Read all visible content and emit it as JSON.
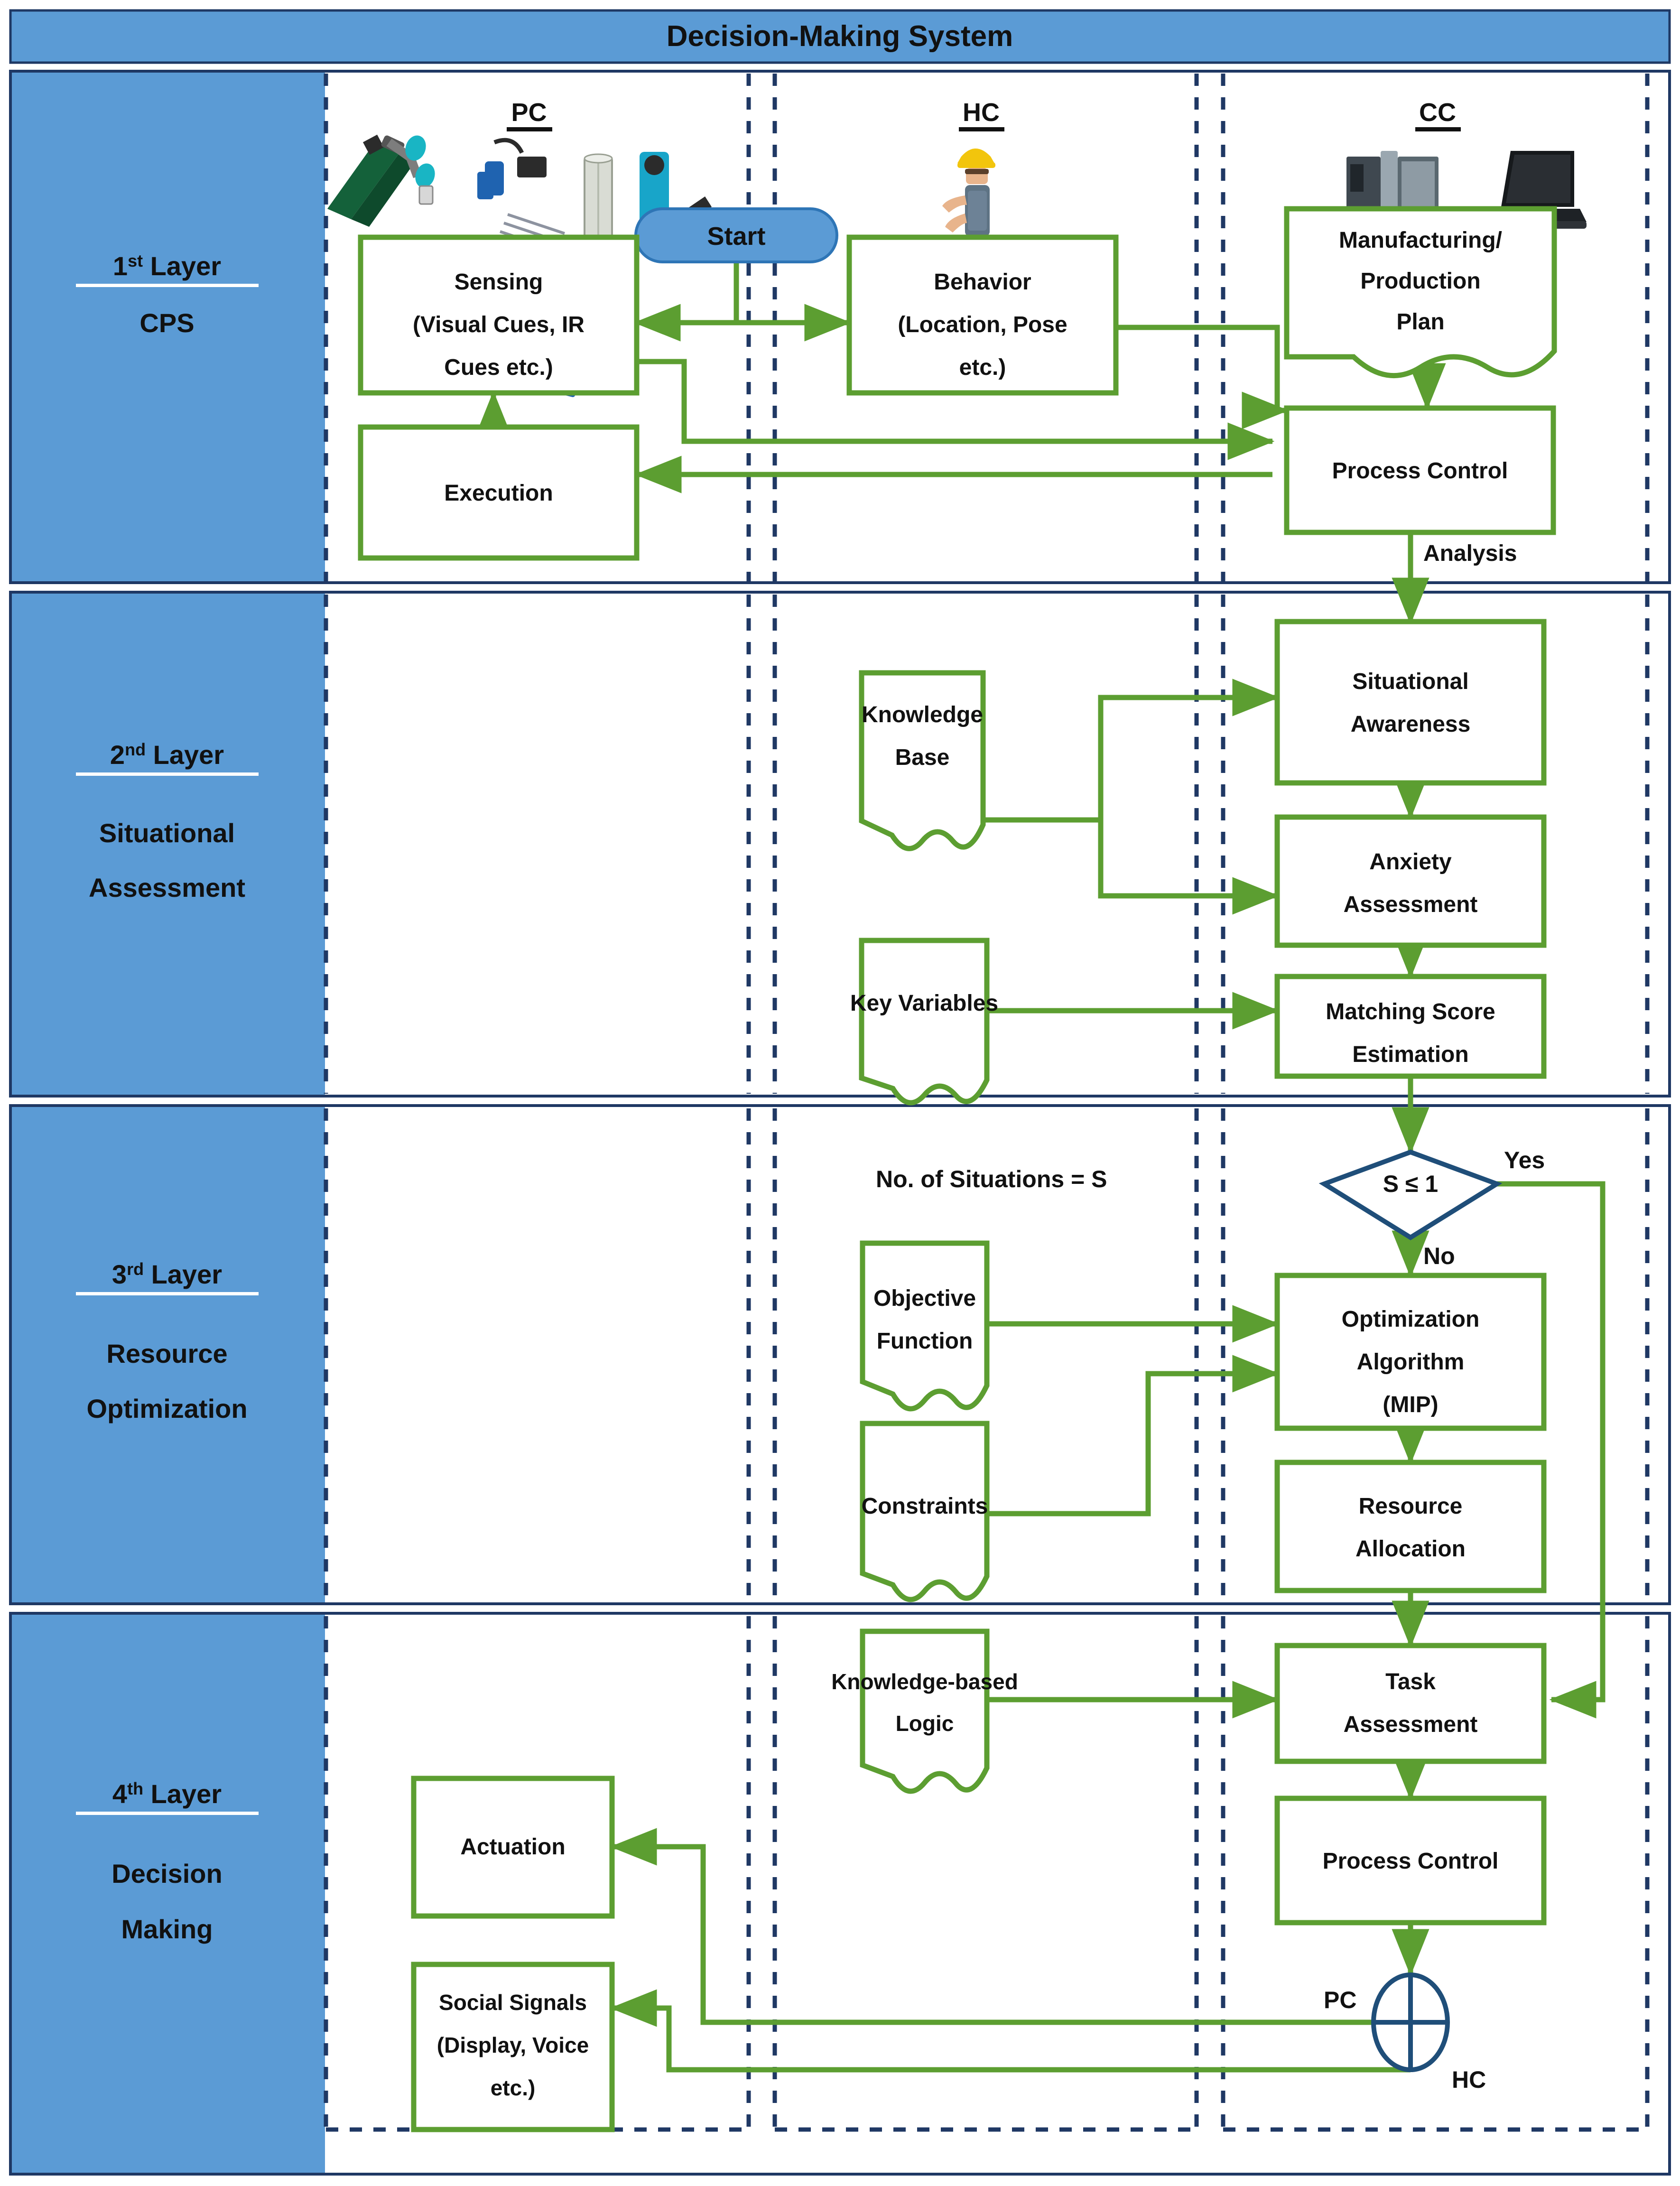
{
  "header": {
    "title": "Decision-Making System",
    "bg": "#5B9BD5",
    "border": "#1F3864"
  },
  "colors": {
    "layer_band": "#5B9BD5",
    "layer_border": "#1F3864",
    "process_box_border": "#5C9E31",
    "flow_arrow": "#5C9E31",
    "decision_border": "#1F4E79",
    "dashed_swimlane": "#1F3864",
    "start_fill": "#5B9BD5",
    "text": "#111111",
    "label_text": "#FFFFFF"
  },
  "columns": [
    {
      "key": "pc",
      "label": "PC",
      "icons": [
        "conveyor-robot-arm-icon",
        "cnc-machine-icon",
        "cylinder-part-icon",
        "blue-gripper-tool-icon"
      ]
    },
    {
      "key": "hc",
      "label": "HC",
      "icons": [
        "hardhat-worker-icon"
      ]
    },
    {
      "key": "cc",
      "label": "CC",
      "icons": [
        "desktop-server-icon",
        "laptop-icon"
      ]
    }
  ],
  "layers": [
    {
      "id": "layer1",
      "ordinal": "1",
      "suffix": "st",
      "word": "Layer",
      "name_lines": [
        "CPS"
      ]
    },
    {
      "id": "layer2",
      "ordinal": "2",
      "suffix": "nd",
      "word": "Layer",
      "name_lines": [
        "Situational",
        "Assessment"
      ]
    },
    {
      "id": "layer3",
      "ordinal": "3",
      "suffix": "rd",
      "word": "Layer",
      "name_lines": [
        "Resource",
        "Optimization"
      ]
    },
    {
      "id": "layer4",
      "ordinal": "4",
      "suffix": "th",
      "word": "Layer",
      "name_lines": [
        "Decision",
        "Making"
      ]
    }
  ],
  "nodes": {
    "start": {
      "label": "Start",
      "shape": "terminator"
    },
    "sensing": {
      "lines": [
        "Sensing",
        "(Visual Cues, IR",
        "Cues etc.)"
      ],
      "shape": "rect"
    },
    "execution": {
      "lines": [
        "Execution"
      ],
      "shape": "rect"
    },
    "behavior": {
      "lines": [
        "Behavior",
        "(Location, Pose",
        "etc.)"
      ],
      "shape": "rect"
    },
    "mfg_plan": {
      "lines": [
        "Manufacturing/",
        "Production",
        "Plan"
      ],
      "shape": "document"
    },
    "process_control_1": {
      "lines": [
        "Process Control"
      ],
      "shape": "rect"
    },
    "knowledge_base": {
      "lines": [
        "Knowledge",
        "Base"
      ],
      "shape": "document"
    },
    "key_variables": {
      "lines": [
        "Key Variables"
      ],
      "shape": "document"
    },
    "situational_awareness": {
      "lines": [
        "Situational",
        "Awareness"
      ],
      "shape": "rect"
    },
    "anxiety_assessment": {
      "lines": [
        "Anxiety",
        "Assessment"
      ],
      "shape": "rect"
    },
    "matching_score": {
      "lines": [
        "Matching Score",
        "Estimation"
      ],
      "shape": "rect"
    },
    "objective_function": {
      "lines": [
        "Objective",
        "Function"
      ],
      "shape": "document"
    },
    "constraints": {
      "lines": [
        "Constraints"
      ],
      "shape": "document"
    },
    "decision_s": {
      "label": "S ≤ 1",
      "shape": "diamond"
    },
    "optimization_algorithm": {
      "lines": [
        "Optimization",
        "Algorithm",
        "(MIP)"
      ],
      "shape": "rect"
    },
    "resource_allocation": {
      "lines": [
        "Resource",
        "Allocation"
      ],
      "shape": "rect"
    },
    "kb_logic": {
      "lines": [
        "Knowledge-based",
        "Logic"
      ],
      "shape": "document"
    },
    "task_assessment": {
      "lines": [
        "Task",
        "Assessment"
      ],
      "shape": "rect"
    },
    "process_control_2": {
      "lines": [
        "Process Control"
      ],
      "shape": "rect"
    },
    "actuation": {
      "lines": [
        "Actuation"
      ],
      "shape": "rect"
    },
    "social_signals": {
      "lines": [
        "Social Signals",
        "(Display, Voice",
        "etc.)"
      ],
      "shape": "rect"
    },
    "splitter": {
      "shape": "circle-cross"
    }
  },
  "annotations": {
    "analysis": "Analysis",
    "no_of_situations": "No. of Situations = S",
    "yes": "Yes",
    "no": "No",
    "pc_branch": "PC",
    "hc_branch": "HC"
  }
}
